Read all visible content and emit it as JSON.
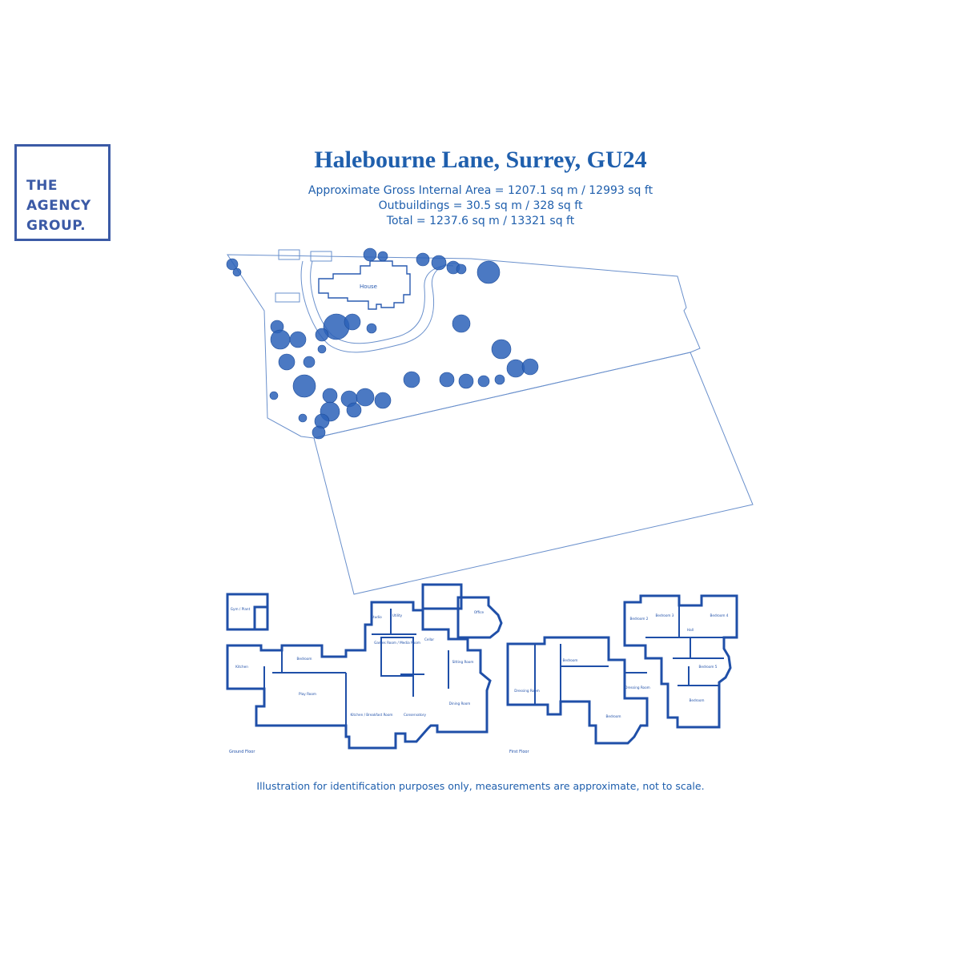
{
  "logo": {
    "line1": "THE",
    "line2": "AGENCY",
    "line3": "GROUP."
  },
  "title": "Halebourne Lane, Surrey, GU24",
  "areas": [
    "Approximate Gross Internal Area = 1207.1 sq m / 12993 sq ft",
    "Outbuildings = 30.5 sq m / 328 sq ft",
    "Total = 1237.6 sq m / 13321 sq ft"
  ],
  "site_plan": {
    "house_label": "House"
  },
  "floors": {
    "ground": "Ground Floor",
    "first": "First Floor"
  },
  "rooms": {
    "gym": "Gym / Plant",
    "office": "Office",
    "games": "Games Room / Media Room",
    "sitting": "Sitting Room",
    "play": "Play Room",
    "kitchen_breakfast": "Kitchen / Breakfast Room",
    "conservatory": "Conservatory",
    "dining": "Dining Room",
    "bedroom": "Bedroom",
    "dressing": "Dressing Room",
    "kitchen": "Kitchen",
    "utility": "Utility",
    "cellar": "Cellar",
    "studio": "Studio",
    "bedroom2": "Bedroom 2",
    "bedroom3": "Bedroom 3",
    "bedroom4": "Bedroom 4",
    "bedroom5": "Bedroom 5",
    "hall": "Hall"
  },
  "disclaimer": "Illustration for identification purposes only, measurements are approximate, not to scale.",
  "colors": {
    "brand": "#3b5aa6",
    "plan": "#1f4fa8",
    "site": "#5f86c6"
  }
}
